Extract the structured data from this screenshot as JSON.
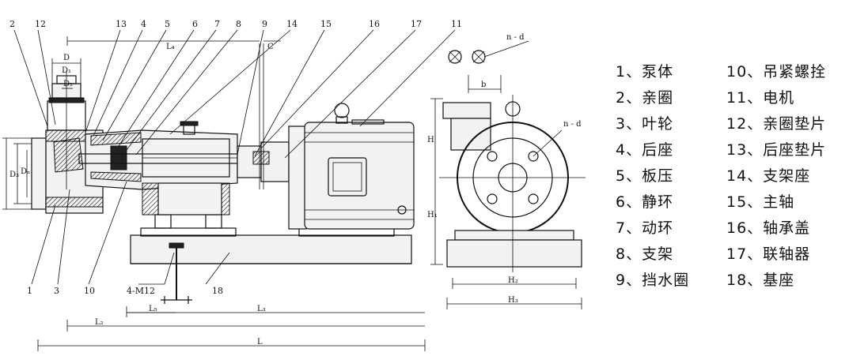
{
  "callouts_top": [
    {
      "id": "c2",
      "text": "2"
    },
    {
      "id": "c12",
      "text": "12"
    },
    {
      "id": "c13",
      "text": "13"
    },
    {
      "id": "c4",
      "text": "4"
    },
    {
      "id": "c5",
      "text": "5"
    },
    {
      "id": "c6",
      "text": "6"
    },
    {
      "id": "c7",
      "text": "7"
    },
    {
      "id": "c8",
      "text": "8"
    },
    {
      "id": "c9",
      "text": "9"
    },
    {
      "id": "c14",
      "text": "14"
    },
    {
      "id": "c15",
      "text": "15"
    },
    {
      "id": "c16",
      "text": "16"
    },
    {
      "id": "c17",
      "text": "17"
    },
    {
      "id": "c11",
      "text": "11"
    }
  ],
  "callouts_bottom": [
    {
      "id": "c1",
      "text": "1"
    },
    {
      "id": "c3",
      "text": "3"
    },
    {
      "id": "c10",
      "text": "10"
    },
    {
      "id": "bolt",
      "text": "4-M12"
    },
    {
      "id": "c18",
      "text": "18"
    }
  ],
  "dimensions": {
    "D": "D",
    "D1": "D₁",
    "D2": "D₂",
    "D3": "D₃",
    "DN": "Dₙ",
    "L4": "L₄",
    "C": "C",
    "L5": "L₅",
    "L3": "L₃",
    "L2": "L₂",
    "L": "L",
    "H": "H",
    "H1": "H₁",
    "H2": "H₂",
    "H3": "H₃",
    "nd_top": "n - d",
    "nd_face": "n - d",
    "b": "b"
  },
  "legend": {
    "left": [
      "1、泵体",
      "2、亲圈",
      "3、叶轮",
      "4、后座",
      "5、板压",
      "6、静环",
      "7、动环",
      "8、支架",
      "9、挡水圈"
    ],
    "right": [
      "10、吊紧螺拴",
      "11、电机",
      "12、亲圈垫片",
      "13、后座垫片",
      "14、支架座",
      "15、主轴",
      "16、轴承盖",
      "17、联轴器",
      "18、基座"
    ]
  }
}
